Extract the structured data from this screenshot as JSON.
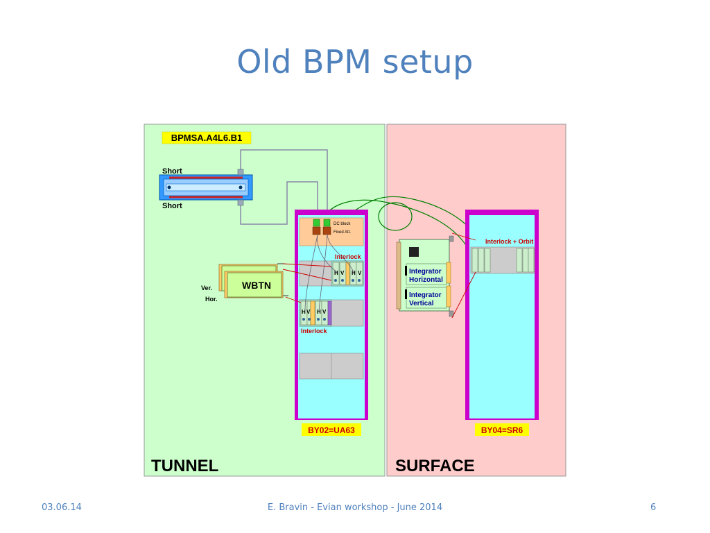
{
  "title": "Old BPM setup",
  "diagram": {
    "bpm_label": "BPMSA.A4L6.B1",
    "short_top": "Short",
    "short_bottom": "Short",
    "dc_block": "DC block",
    "fixed_att": "Fixed Att.",
    "interlock_upper": "Interlock",
    "interlock_lower": "Interlock",
    "interlock_orbit": "Interlock + Orbit",
    "wbtn": "WBTN",
    "ver": "Ver.",
    "hor": "Hor.",
    "hv_h": "H",
    "hv_v": "V",
    "integrator_horizontal_1": "Integrator",
    "integrator_horizontal_2": "Horizontal",
    "integrator_vertical_1": "Integrator",
    "integrator_vertical_2": "Vertical",
    "rack_tunnel": "BY02=UA63",
    "rack_surface": "BY04=SR6",
    "zone_tunnel": "TUNNEL",
    "zone_surface": "SURFACE",
    "colors": {
      "tunnel_bg": "#ccffcc",
      "surface_bg": "#ffcccc",
      "rack_frame": "#cc00cc",
      "rack_inner": "#99ffff",
      "label_yellow": "#ffff00",
      "interlock_red": "#cc0000",
      "integrator_text": "#000099",
      "fibre_green": "#008000"
    }
  },
  "footer": {
    "date": "03.06.14",
    "center": "E. Bravin - Evian workshop - June 2014",
    "page": "6"
  }
}
